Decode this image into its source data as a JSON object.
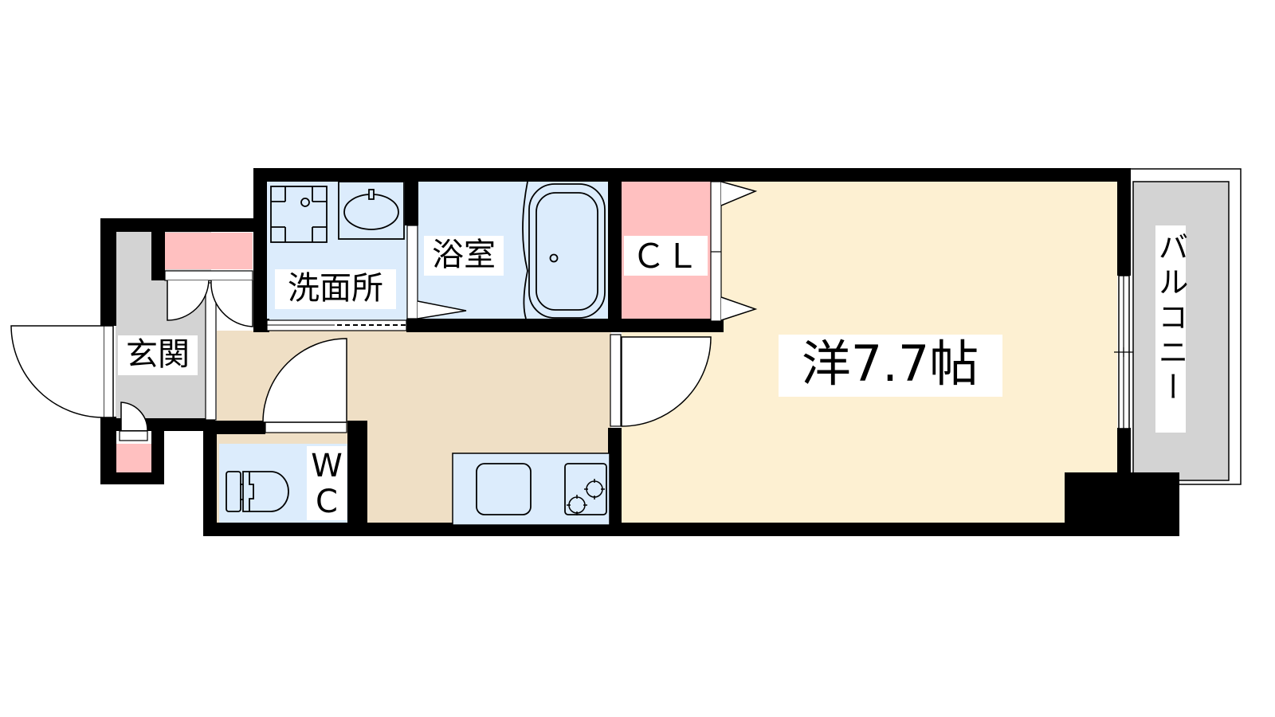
{
  "floorplan": {
    "rooms": {
      "entrance": {
        "label": "玄関",
        "color": "#d3d3d3"
      },
      "washroom": {
        "label": "洗面所",
        "color": "#dcecfc"
      },
      "bathroom": {
        "label": "浴室",
        "color": "#dcecfc"
      },
      "closet": {
        "label": "ＣＬ",
        "color": "#ffc0c0"
      },
      "western_room": {
        "label": "洋7.7帖",
        "color": "#fdf0d2"
      },
      "toilet": {
        "label_line1": "W",
        "label_line2": "C",
        "color": "#dcecfc"
      },
      "kitchen": {
        "color": "#efdfc5"
      },
      "balcony": {
        "label": "バルコニー",
        "color": "#d3d3d3"
      },
      "shoe_closet": {
        "color": "#ffc0c0"
      }
    },
    "colors": {
      "wall": "#000000",
      "door": "#ffffff",
      "label_bg": "#ffffff"
    }
  }
}
